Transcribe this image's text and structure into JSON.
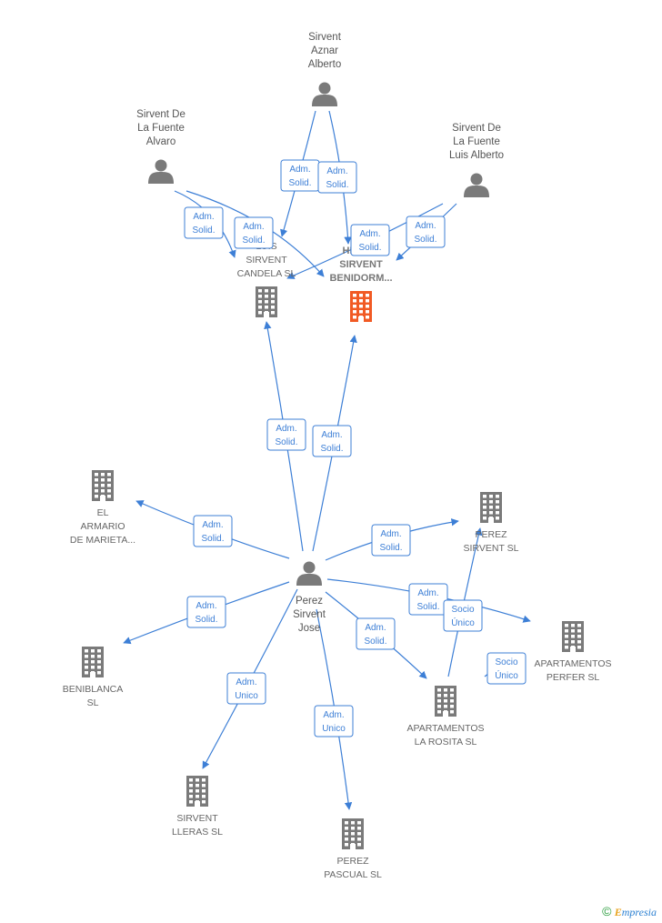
{
  "colors": {
    "edge": "#3d7fd6",
    "person": "#7a7a7a",
    "company": "#7a7a7a",
    "focus_company": "#f15a24"
  },
  "nodes": [
    {
      "id": "aznar",
      "type": "person",
      "lines": [
        "Sirvent",
        "Aznar",
        "Alberto"
      ]
    },
    {
      "id": "alvaro",
      "type": "person",
      "lines": [
        "Sirvent De",
        "La Fuente",
        "Alvaro"
      ]
    },
    {
      "id": "luisalberto",
      "type": "person",
      "lines": [
        "Sirvent De",
        "La Fuente",
        "Luis Alberto"
      ]
    },
    {
      "id": "candela",
      "type": "company",
      "lines": [
        "LUIS",
        "SIRVENT",
        "CANDELA SL"
      ]
    },
    {
      "id": "helios",
      "type": "focus",
      "lines": [
        "HELIOS",
        "SIRVENT",
        "BENIDORM..."
      ]
    },
    {
      "id": "armario",
      "type": "company",
      "lines": [
        "EL",
        "ARMARIO",
        "DE MARIETA..."
      ]
    },
    {
      "id": "perezsirvent_sl",
      "type": "company",
      "lines": [
        "PEREZ",
        "SIRVENT  SL"
      ]
    },
    {
      "id": "jose",
      "type": "person",
      "lines": [
        "Perez",
        "Sirvent",
        "Jose"
      ]
    },
    {
      "id": "perfer",
      "type": "company",
      "lines": [
        "APARTAMENTOS",
        "PERFER  SL"
      ]
    },
    {
      "id": "beniblanca",
      "type": "company",
      "lines": [
        "BENIBLANCA",
        "SL"
      ]
    },
    {
      "id": "rosita",
      "type": "company",
      "lines": [
        "APARTAMENTOS",
        "LA ROSITA  SL"
      ]
    },
    {
      "id": "lleras",
      "type": "company",
      "lines": [
        "SIRVENT",
        "LLERAS  SL"
      ]
    },
    {
      "id": "pascual",
      "type": "company",
      "lines": [
        "PEREZ",
        "PASCUAL SL"
      ]
    }
  ],
  "edges": [
    {
      "from": "aznar",
      "to": "candela",
      "label": [
        "Adm.",
        "Solid."
      ]
    },
    {
      "from": "aznar",
      "to": "helios",
      "label": [
        "Adm.",
        "Solid."
      ]
    },
    {
      "from": "alvaro",
      "to": "candela",
      "label": [
        "Adm.",
        "Solid."
      ]
    },
    {
      "from": "alvaro",
      "to": "helios",
      "label": [
        "Adm.",
        "Solid."
      ]
    },
    {
      "from": "luisalberto",
      "to": "candela",
      "label": [
        "Adm.",
        "Solid."
      ]
    },
    {
      "from": "luisalberto",
      "to": "helios",
      "label": [
        "Adm.",
        "Solid."
      ]
    },
    {
      "from": "jose",
      "to": "candela",
      "label": [
        "Adm.",
        "Solid."
      ]
    },
    {
      "from": "jose",
      "to": "helios",
      "label": [
        "Adm.",
        "Solid."
      ]
    },
    {
      "from": "jose",
      "to": "armario",
      "label": [
        "Adm.",
        "Solid."
      ]
    },
    {
      "from": "jose",
      "to": "perezsirvent_sl",
      "label": [
        "Adm.",
        "Solid."
      ]
    },
    {
      "from": "jose",
      "to": "perfer",
      "label": [
        "Adm.",
        "Solid."
      ]
    },
    {
      "from": "jose",
      "to": "beniblanca",
      "label": [
        "Adm.",
        "Solid."
      ]
    },
    {
      "from": "jose",
      "to": "rosita",
      "label": [
        "Adm.",
        "Solid."
      ]
    },
    {
      "from": "jose",
      "to": "lleras",
      "label": [
        "Adm.",
        "Unico"
      ]
    },
    {
      "from": "jose",
      "to": "pascual",
      "label": [
        "Adm.",
        "Unico"
      ]
    },
    {
      "from": "rosita",
      "to": "perezsirvent_sl",
      "label": [
        "Socio",
        "Único"
      ]
    },
    {
      "from": "rosita",
      "to": "perfer",
      "label": [
        "Socio",
        "Único"
      ]
    }
  ],
  "watermark": {
    "symbol": "©",
    "brand_initial": "E",
    "brand_rest": "mpresia"
  }
}
